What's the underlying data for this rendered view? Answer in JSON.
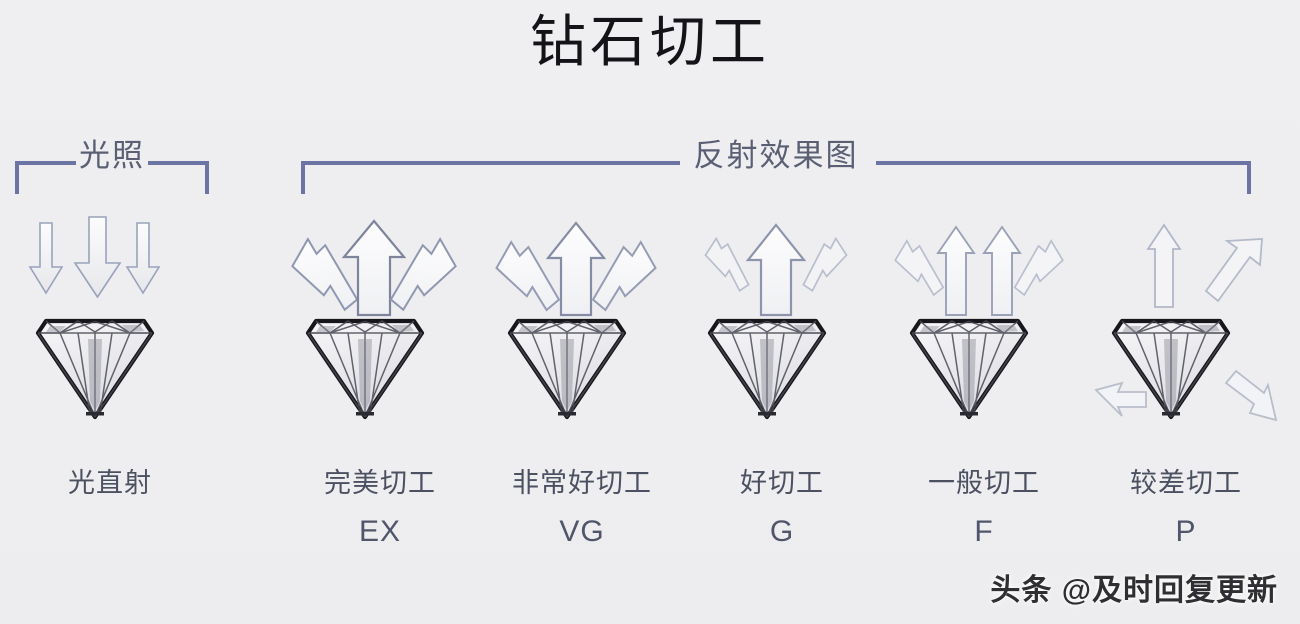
{
  "page": {
    "title": "钻石切工",
    "background_color": "#eeeef0",
    "accent_color": "#6b74a3",
    "text_color": "#4c5161"
  },
  "groups": [
    {
      "id": "light",
      "label": "光照"
    },
    {
      "id": "reflect",
      "label": "反射效果图"
    }
  ],
  "columns": [
    {
      "id": "direct-light",
      "label_cn": "光直射",
      "label_en": "",
      "arrow_direction": "down",
      "arrow_count": 3,
      "leak": false
    },
    {
      "id": "excellent",
      "label_cn": "完美切工",
      "label_en": "EX",
      "arrow_direction": "up",
      "arrow_count": 3,
      "leak": false
    },
    {
      "id": "very-good",
      "label_cn": "非常好切工",
      "label_en": "VG",
      "arrow_direction": "up",
      "arrow_count": 3,
      "leak": false
    },
    {
      "id": "good",
      "label_cn": "好切工",
      "label_en": "G",
      "arrow_direction": "up",
      "arrow_count": 3,
      "leak": false
    },
    {
      "id": "fair",
      "label_cn": "一般切工",
      "label_en": "F",
      "arrow_direction": "up",
      "arrow_count": 4,
      "leak": false
    },
    {
      "id": "poor",
      "label_cn": "较差切工",
      "label_en": "P",
      "arrow_direction": "up",
      "arrow_count": 2,
      "leak": true
    }
  ],
  "watermark": {
    "text": "头条 @及时回复更新"
  }
}
